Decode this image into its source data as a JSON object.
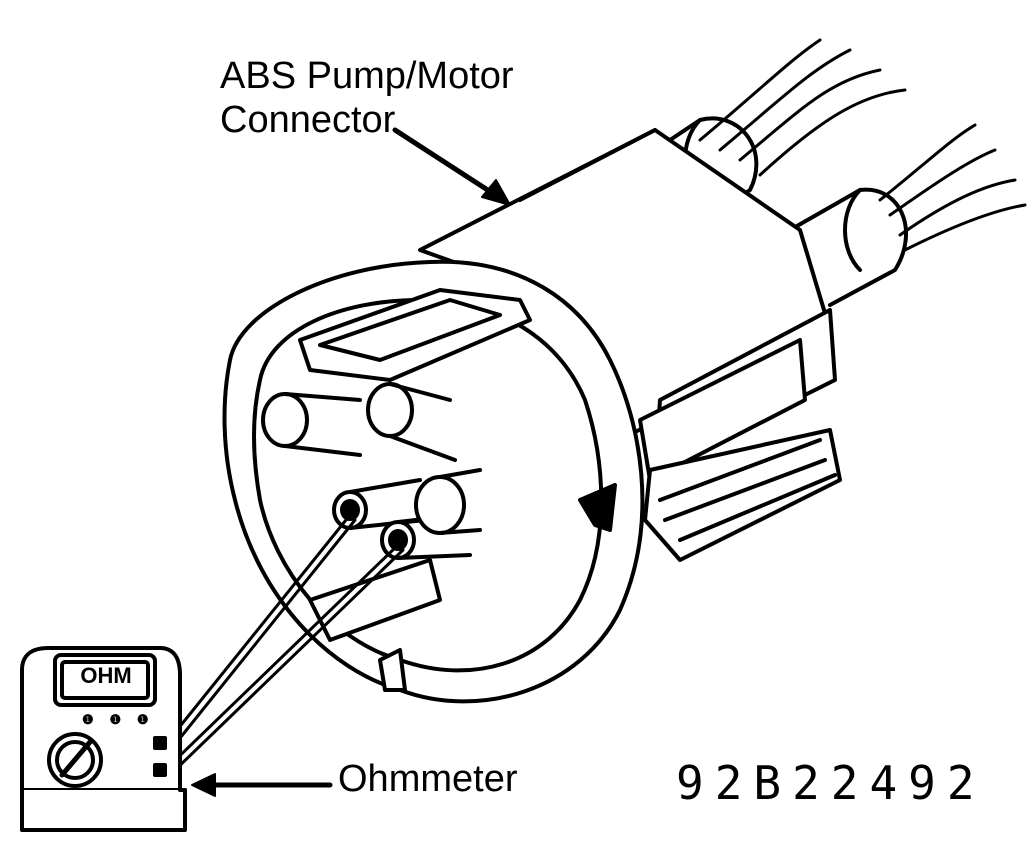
{
  "labels": {
    "connector_line1": "ABS Pump/Motor",
    "connector_line2": "Connector",
    "ohmmeter": "Ohmmeter",
    "figure_number": "92B22492"
  },
  "meter": {
    "display_text": "OHM",
    "range_text": "❶ ❶ ❶"
  },
  "colors": {
    "ink": "#000000",
    "paper": "#ffffff"
  }
}
